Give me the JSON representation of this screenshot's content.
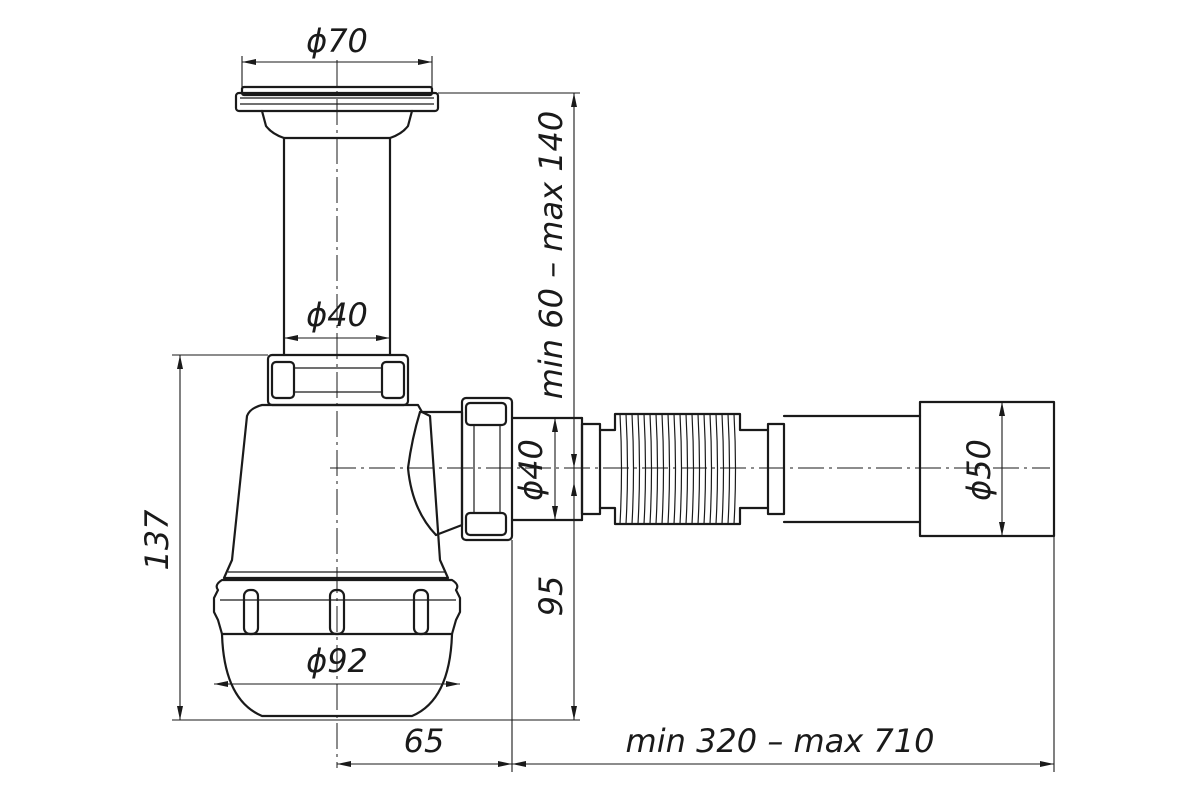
{
  "drawing": {
    "dimensions": {
      "flange_diameter": "ϕ70",
      "pipe_diameter": "ϕ40",
      "outlet_diameter": "ϕ40",
      "drain_diameter": "ϕ50",
      "bowl_diameter": "ϕ92",
      "vertical_range": "min 60 – max 140",
      "total_height": "137",
      "outlet_height": "95",
      "offset": "65",
      "horizontal_range": "min 320 – max 710"
    }
  }
}
